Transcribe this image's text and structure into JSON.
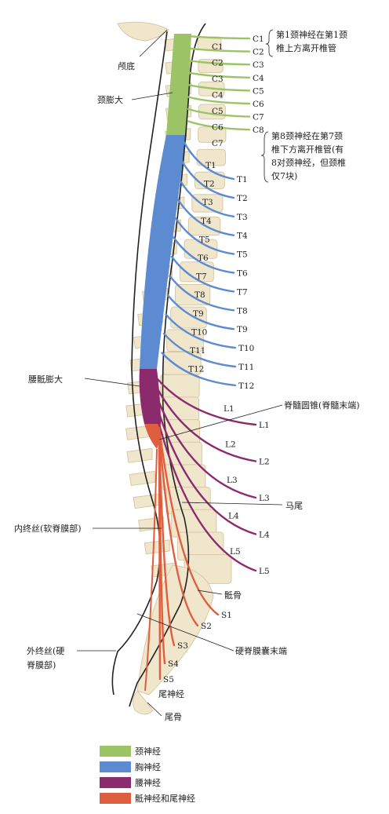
{
  "annotations": {
    "skull_base": "颅底",
    "cervical_enlargement": "颈膨大",
    "lumbosacral_enlargement": "腰骶膨大",
    "conus_medullaris": "脊髓圆锥(脊髓末端)",
    "cauda_equina": "马尾",
    "filum_terminale_internum": "内终丝(软脊膜部)",
    "filum_terminale_externum_1": "外终丝(硬",
    "filum_terminale_externum_2": "脊膜部)",
    "dural_sac_end": "硬脊膜囊末端",
    "sacrum": "骶骨",
    "coccyx": "尾骨",
    "coccygeal_nerve": "尾神经",
    "c1_note_1": "第1颈神经在第1颈",
    "c1_note_2": "椎上方离开椎管",
    "c8_note_1": "第8颈神经在第7颈",
    "c8_note_2": "椎下方离开椎管(有",
    "c8_note_3": "8对颈神经，但颈椎",
    "c8_note_4": "仅7块)"
  },
  "vertebra_labels": [
    "C1",
    "C2",
    "C3",
    "C4",
    "C5",
    "C6",
    "C7",
    "T1",
    "T2",
    "T3",
    "T4",
    "T5",
    "T6",
    "T7",
    "T8",
    "T9",
    "T10",
    "T11",
    "T12",
    "L1",
    "L2",
    "L3",
    "L4",
    "L5"
  ],
  "nerves": {
    "cervical": [
      "C1",
      "C2",
      "C3",
      "C4",
      "C5",
      "C6",
      "C7",
      "C8"
    ],
    "thoracic": [
      "T1",
      "T2",
      "T3",
      "T4",
      "T5",
      "T6",
      "T7",
      "T8",
      "T9",
      "T10",
      "T11",
      "T12"
    ],
    "lumbar": [
      "L1",
      "L2",
      "L3",
      "L4",
      "L5"
    ],
    "sacral": [
      "S1",
      "S2",
      "S3",
      "S4",
      "S5"
    ]
  },
  "legend": [
    {
      "label": "颈神经",
      "color": "#9cc467"
    },
    {
      "label": "胸神经",
      "color": "#5c8bd1"
    },
    {
      "label": "腰神经",
      "color": "#8b2b6e"
    },
    {
      "label": "骶神经和尾神经",
      "color": "#dd5f3f"
    }
  ],
  "colors": {
    "bone": "#f0e6cc",
    "bone_edge": "#d8c9a3",
    "cord_outline": "#222222"
  }
}
